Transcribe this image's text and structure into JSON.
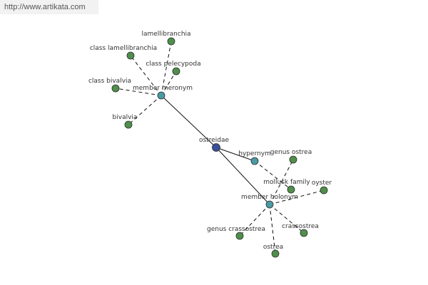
{
  "site_url": "http://www.artikata.com",
  "colors": {
    "center": "#3b4f97",
    "relation": "#4a9aa4",
    "leaf": "#4f8f4b",
    "stroke": "#2d2d2d",
    "edge": "#111111"
  },
  "nodes": [
    {
      "id": "ostreidae",
      "label": "ostreidae",
      "kind": "center"
    },
    {
      "id": "member-meronym",
      "label": "member meronym",
      "kind": "relation"
    },
    {
      "id": "hypernym",
      "label": "hypernym",
      "kind": "relation"
    },
    {
      "id": "member-holonym",
      "label": "member holonym",
      "kind": "relation"
    },
    {
      "id": "lamellibranchia",
      "label": "lamellibranchia",
      "kind": "leaf"
    },
    {
      "id": "class-lamellibranchia",
      "label": "class lamellibranchia",
      "kind": "leaf"
    },
    {
      "id": "class-pelecypoda",
      "label": "class pelecypoda",
      "kind": "leaf"
    },
    {
      "id": "class-bivalvia",
      "label": "class bivalvia",
      "kind": "leaf"
    },
    {
      "id": "bivalvia",
      "label": "bivalvia",
      "kind": "leaf"
    },
    {
      "id": "genus-ostrea",
      "label": "genus ostrea",
      "kind": "leaf"
    },
    {
      "id": "mollusk-family",
      "label": "mollusk family",
      "kind": "leaf"
    },
    {
      "id": "oyster",
      "label": "oyster",
      "kind": "leaf"
    },
    {
      "id": "genus-crassostrea",
      "label": "genus crassostrea",
      "kind": "leaf"
    },
    {
      "id": "crassostrea",
      "label": "crassostrea",
      "kind": "leaf"
    },
    {
      "id": "ostrea",
      "label": "ostrea",
      "kind": "leaf"
    }
  ],
  "edges": [
    {
      "from": "ostreidae",
      "to": "member-meronym",
      "style": "solid"
    },
    {
      "from": "ostreidae",
      "to": "hypernym",
      "style": "solid"
    },
    {
      "from": "ostreidae",
      "to": "member-holonym",
      "style": "solid"
    },
    {
      "from": "member-meronym",
      "to": "lamellibranchia",
      "style": "dashed"
    },
    {
      "from": "member-meronym",
      "to": "class-lamellibranchia",
      "style": "dashed"
    },
    {
      "from": "member-meronym",
      "to": "class-pelecypoda",
      "style": "dashed"
    },
    {
      "from": "member-meronym",
      "to": "class-bivalvia",
      "style": "dashed"
    },
    {
      "from": "member-meronym",
      "to": "bivalvia",
      "style": "dashed"
    },
    {
      "from": "hypernym",
      "to": "mollusk-family",
      "style": "dashed"
    },
    {
      "from": "member-holonym",
      "to": "genus-ostrea",
      "style": "dashed"
    },
    {
      "from": "member-holonym",
      "to": "oyster",
      "style": "dashed"
    },
    {
      "from": "member-holonym",
      "to": "genus-crassostrea",
      "style": "dashed"
    },
    {
      "from": "member-holonym",
      "to": "crassostrea",
      "style": "dashed"
    },
    {
      "from": "member-holonym",
      "to": "ostrea",
      "style": "dashed"
    }
  ]
}
